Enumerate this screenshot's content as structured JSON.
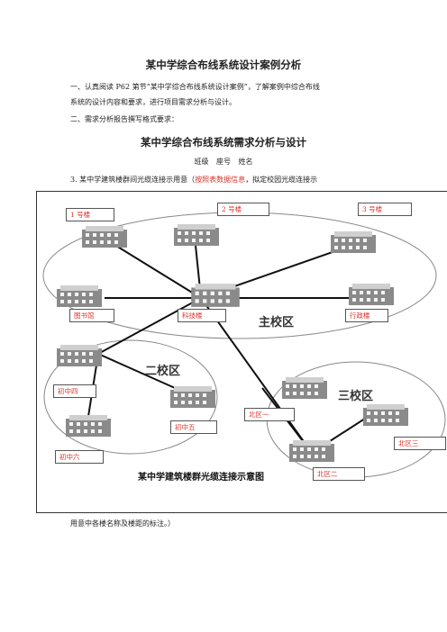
{
  "doc_title": "某中学综合布线系统设计案例分析",
  "para1_line1": "一、认真阅读 P62 第节“某中学综合布线系统设计案例”，了解案例中综合布线",
  "para1_line2": "系统的设计内容和要求，进行项目需求分析与设计。",
  "para2": "二、需求分析报告撰写格式要求：",
  "report_title": "某中学综合布线系统需求分析与设计",
  "meta_line": "班级 座号 姓名",
  "item3_prefix": "3. 某中学建筑楼群间光缆连接示用意（",
  "item3_red": "按照表数据信息",
  "item3_suffix": "，拟定校园光缆连接示",
  "item3_tail": "用意中各楼名称及楼距的标注。）",
  "figure": {
    "caption": "某中学建筑楼群光缆连接示意图",
    "campuses": {
      "main": "主校区",
      "second": "二校区",
      "third": "三校区"
    },
    "labels": {
      "b1": "1 号楼",
      "b2": "2 号楼",
      "b3": "3 号楼",
      "library": "图书馆",
      "tech": "科技楼",
      "admin": "行政楼",
      "cz4": "初中四",
      "cz5": "初中五",
      "cz6": "初中六",
      "bq1": "北区一",
      "bq2": "北区二",
      "bq3": "北区三"
    },
    "label_color": "#d9332b"
  }
}
